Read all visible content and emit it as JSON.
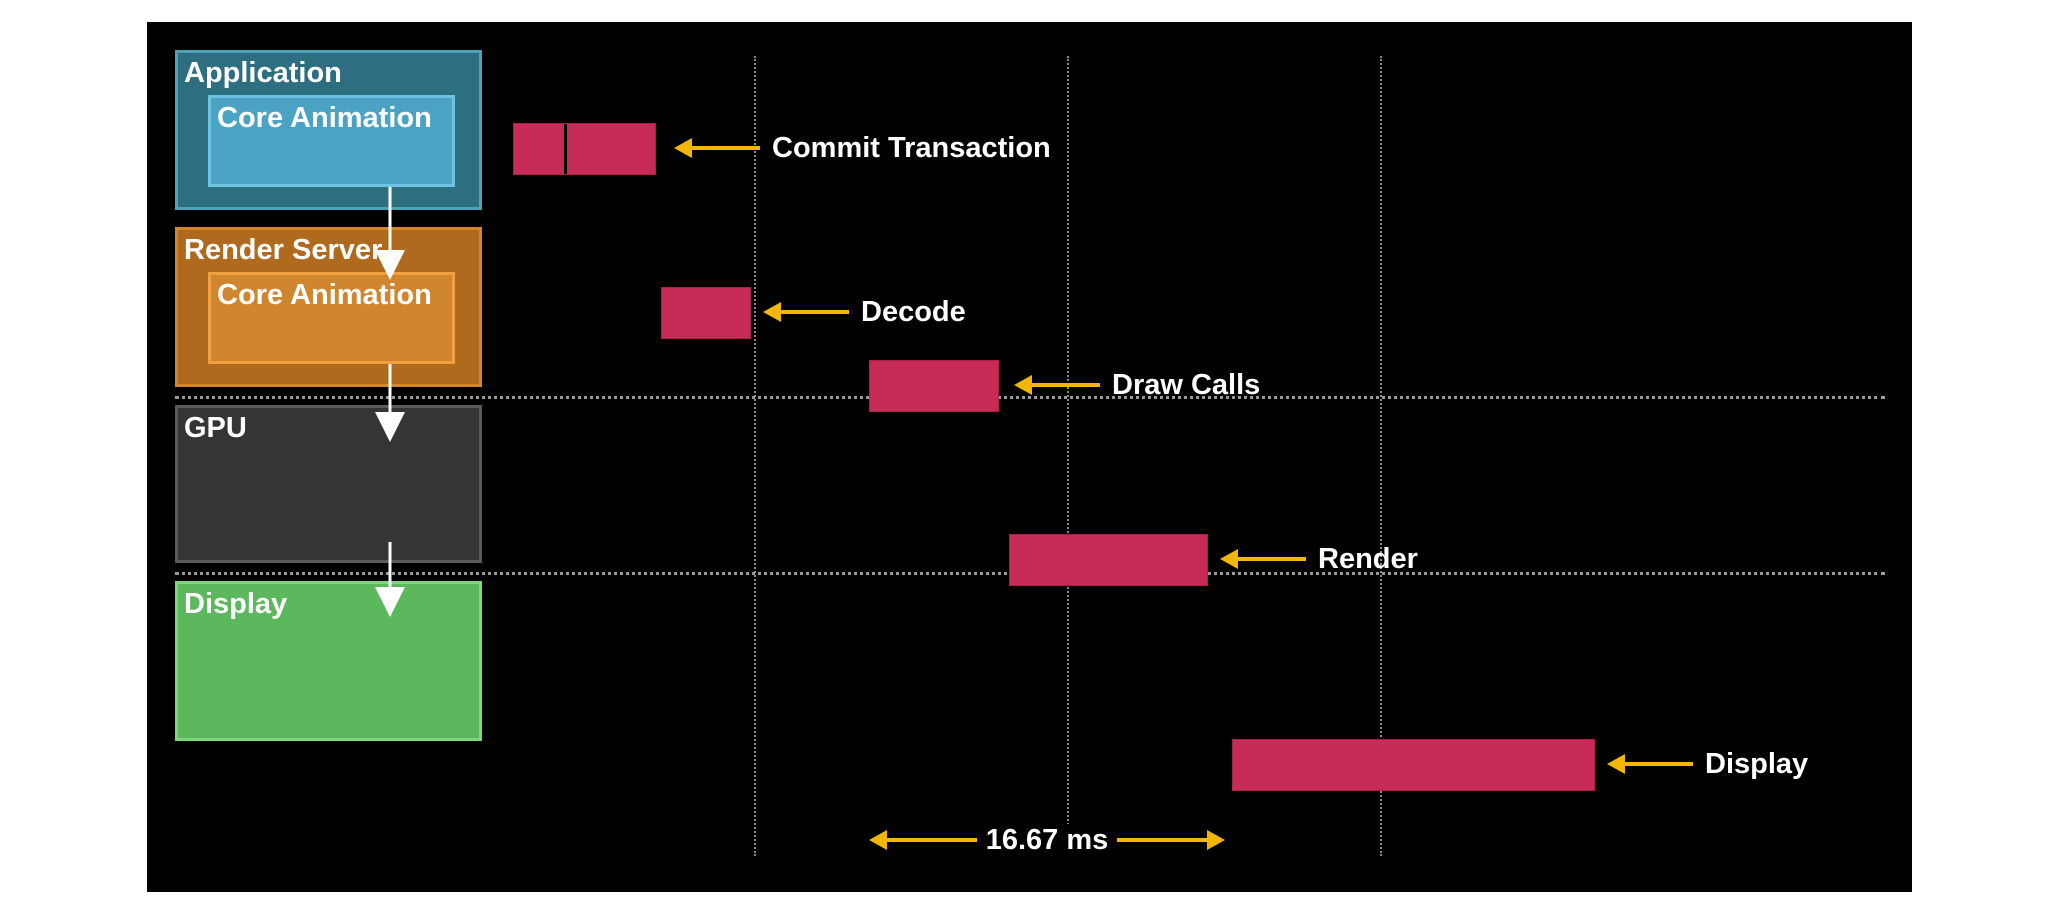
{
  "stages": {
    "application": {
      "label": "Application",
      "color": "#2d6e80",
      "border": "#4fa0b8"
    },
    "application_inner": {
      "label": "Core Animation",
      "color": "#4aa3c2",
      "border": "#6ec3de"
    },
    "render_server": {
      "label": "Render Server",
      "color": "#b06a1e",
      "border": "#d4862c"
    },
    "render_server_inner": {
      "label": "Core Animation",
      "color": "#d0862e",
      "border": "#f0a040"
    },
    "gpu": {
      "label": "GPU",
      "color": "#353535",
      "border": "#5a5a5a"
    },
    "display": {
      "label": "Display",
      "color": "#5cb85c",
      "border": "#7ed67e"
    }
  },
  "tasks": [
    {
      "label": "Commit Transaction"
    },
    {
      "label": "Decode"
    },
    {
      "label": "Draw Calls"
    },
    {
      "label": "Render"
    },
    {
      "label": "Display"
    }
  ],
  "frame_interval": {
    "label": "16.67 ms"
  },
  "colors": {
    "task_bar": "#c72b56",
    "arrow": "#f2b705",
    "flow_arrow": "#ffffff",
    "background": "#000000"
  }
}
